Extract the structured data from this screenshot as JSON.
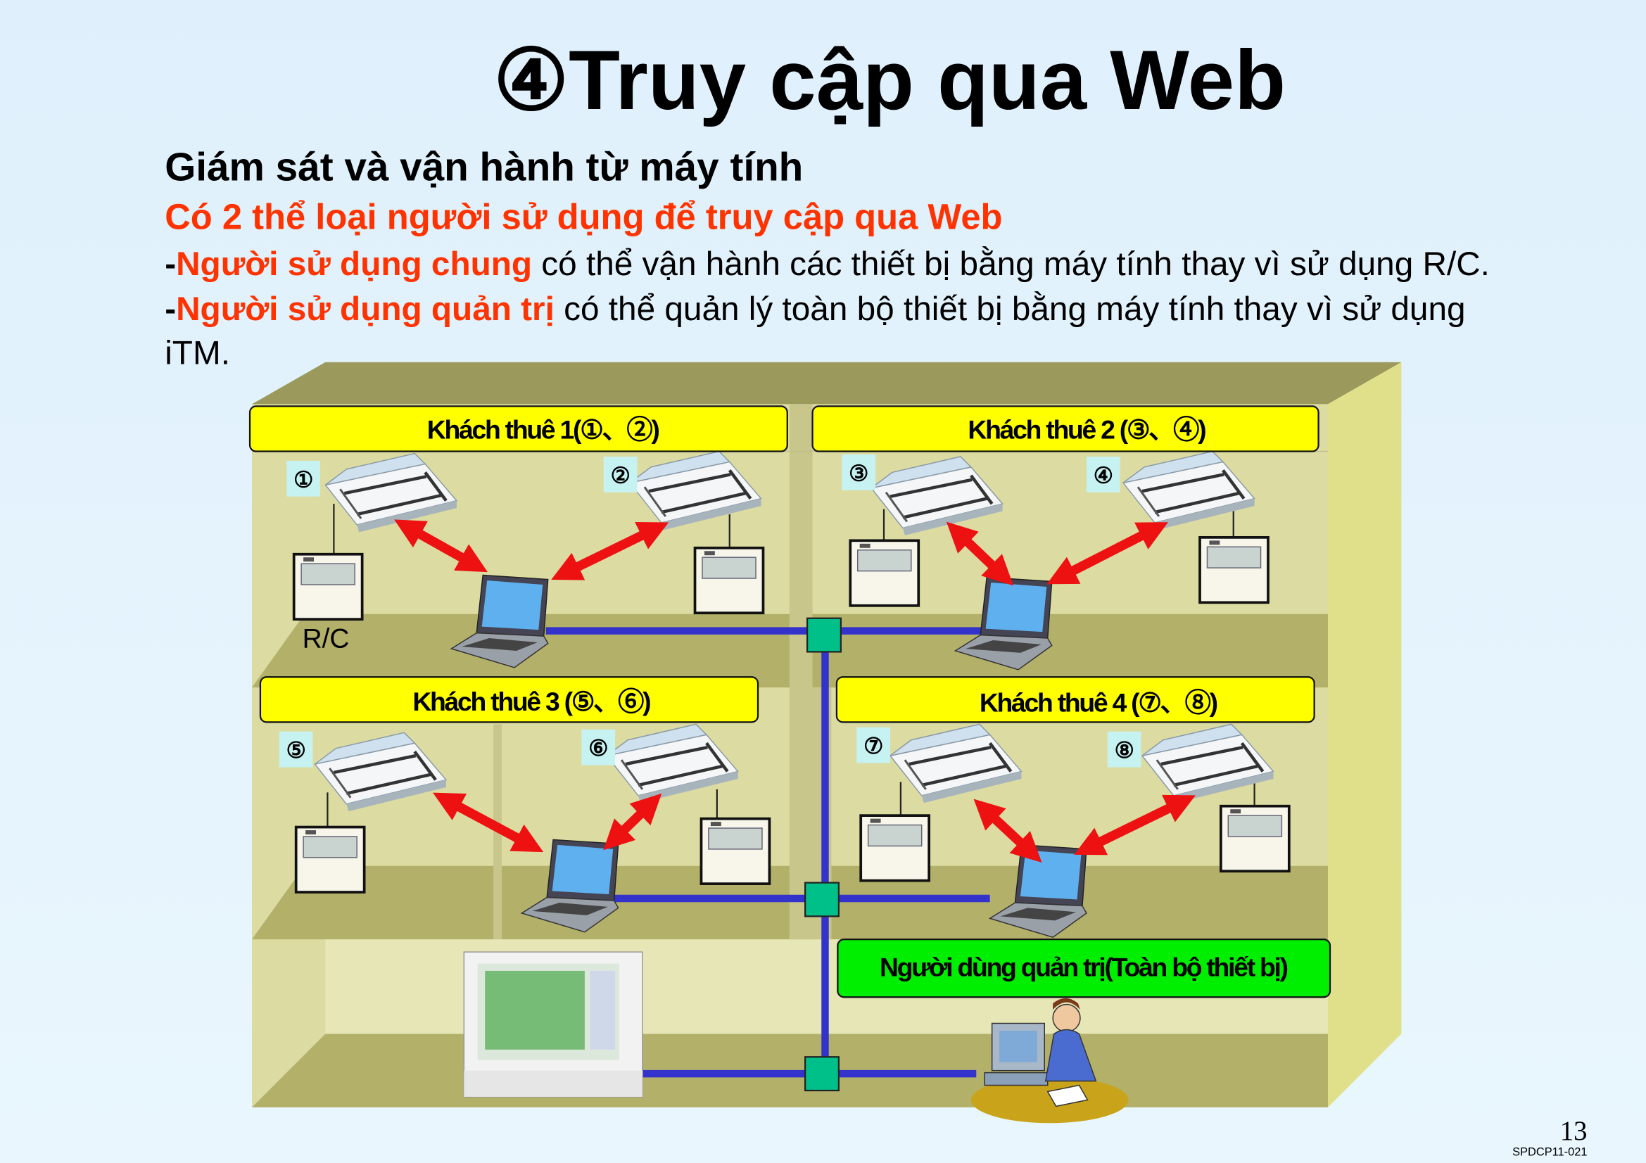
{
  "title": {
    "number": "④",
    "text": "Truy cập qua Web"
  },
  "subtitle": "Giám sát và vận hành từ máy tính",
  "highlight": "Có 2 thể loại người sử dụng để truy cập qua Web",
  "bullets": [
    {
      "dash": "-",
      "emph": "Người sử dụng chung",
      "rest": " có thể vận hành các thiết bị bằng máy tính thay vì sử dụng R/C."
    },
    {
      "dash": "-",
      "emph": "Người sử dụng quản trị",
      "rest": " có thể quản lý toàn bộ thiết bị bằng máy tính thay vì sử dụng",
      "rest2": "iTM."
    }
  ],
  "diagram": {
    "tenants": [
      "Khách thuê 1(①、②)",
      "Khách thuê 2 (③、④)",
      "Khách thuê 3 (⑤、⑥)",
      "Khách thuê 4 (⑦、⑧)"
    ],
    "unit_numbers": [
      "①",
      "②",
      "③",
      "④",
      "⑤",
      "⑥",
      "⑦",
      "⑧"
    ],
    "rc_label": "R/C",
    "admin_label": "Người dùng quản trị(Toàn bộ thiết bị)"
  },
  "footer": {
    "page": "13",
    "code": "SPDCP11-021"
  },
  "colors": {
    "accent_red": "#ff3300",
    "tenant_box": "#ffff00",
    "admin_box": "#00ee00",
    "network": "#3333cc",
    "switch": "#00c08a"
  }
}
